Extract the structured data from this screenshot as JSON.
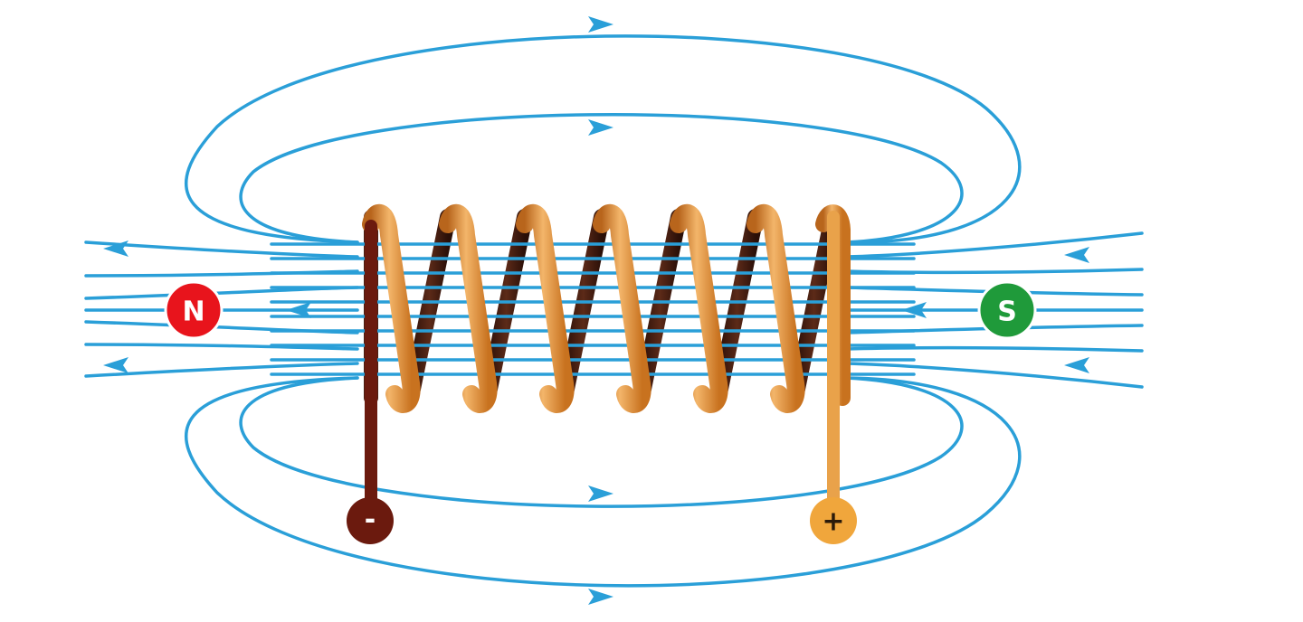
{
  "diagram": {
    "poles": {
      "north": {
        "label": "N",
        "color": "#e8141c"
      },
      "south": {
        "label": "S",
        "color": "#1f9a3a"
      }
    },
    "terminals": {
      "negative": {
        "label": "-",
        "color": "#6b1a0e",
        "label_color": "#ffffff"
      },
      "positive": {
        "label": "+",
        "color": "#f0a63c",
        "label_color": "#2a1a0a"
      }
    },
    "colors": {
      "field_line": "#2a9fd8",
      "coil_front": "#e08a2e",
      "coil_highlight": "#f6c07a",
      "coil_back": "#4a1e12",
      "lead_negative": "#6b1a0e",
      "lead_positive": "#e9a24a"
    },
    "turns": 7
  }
}
